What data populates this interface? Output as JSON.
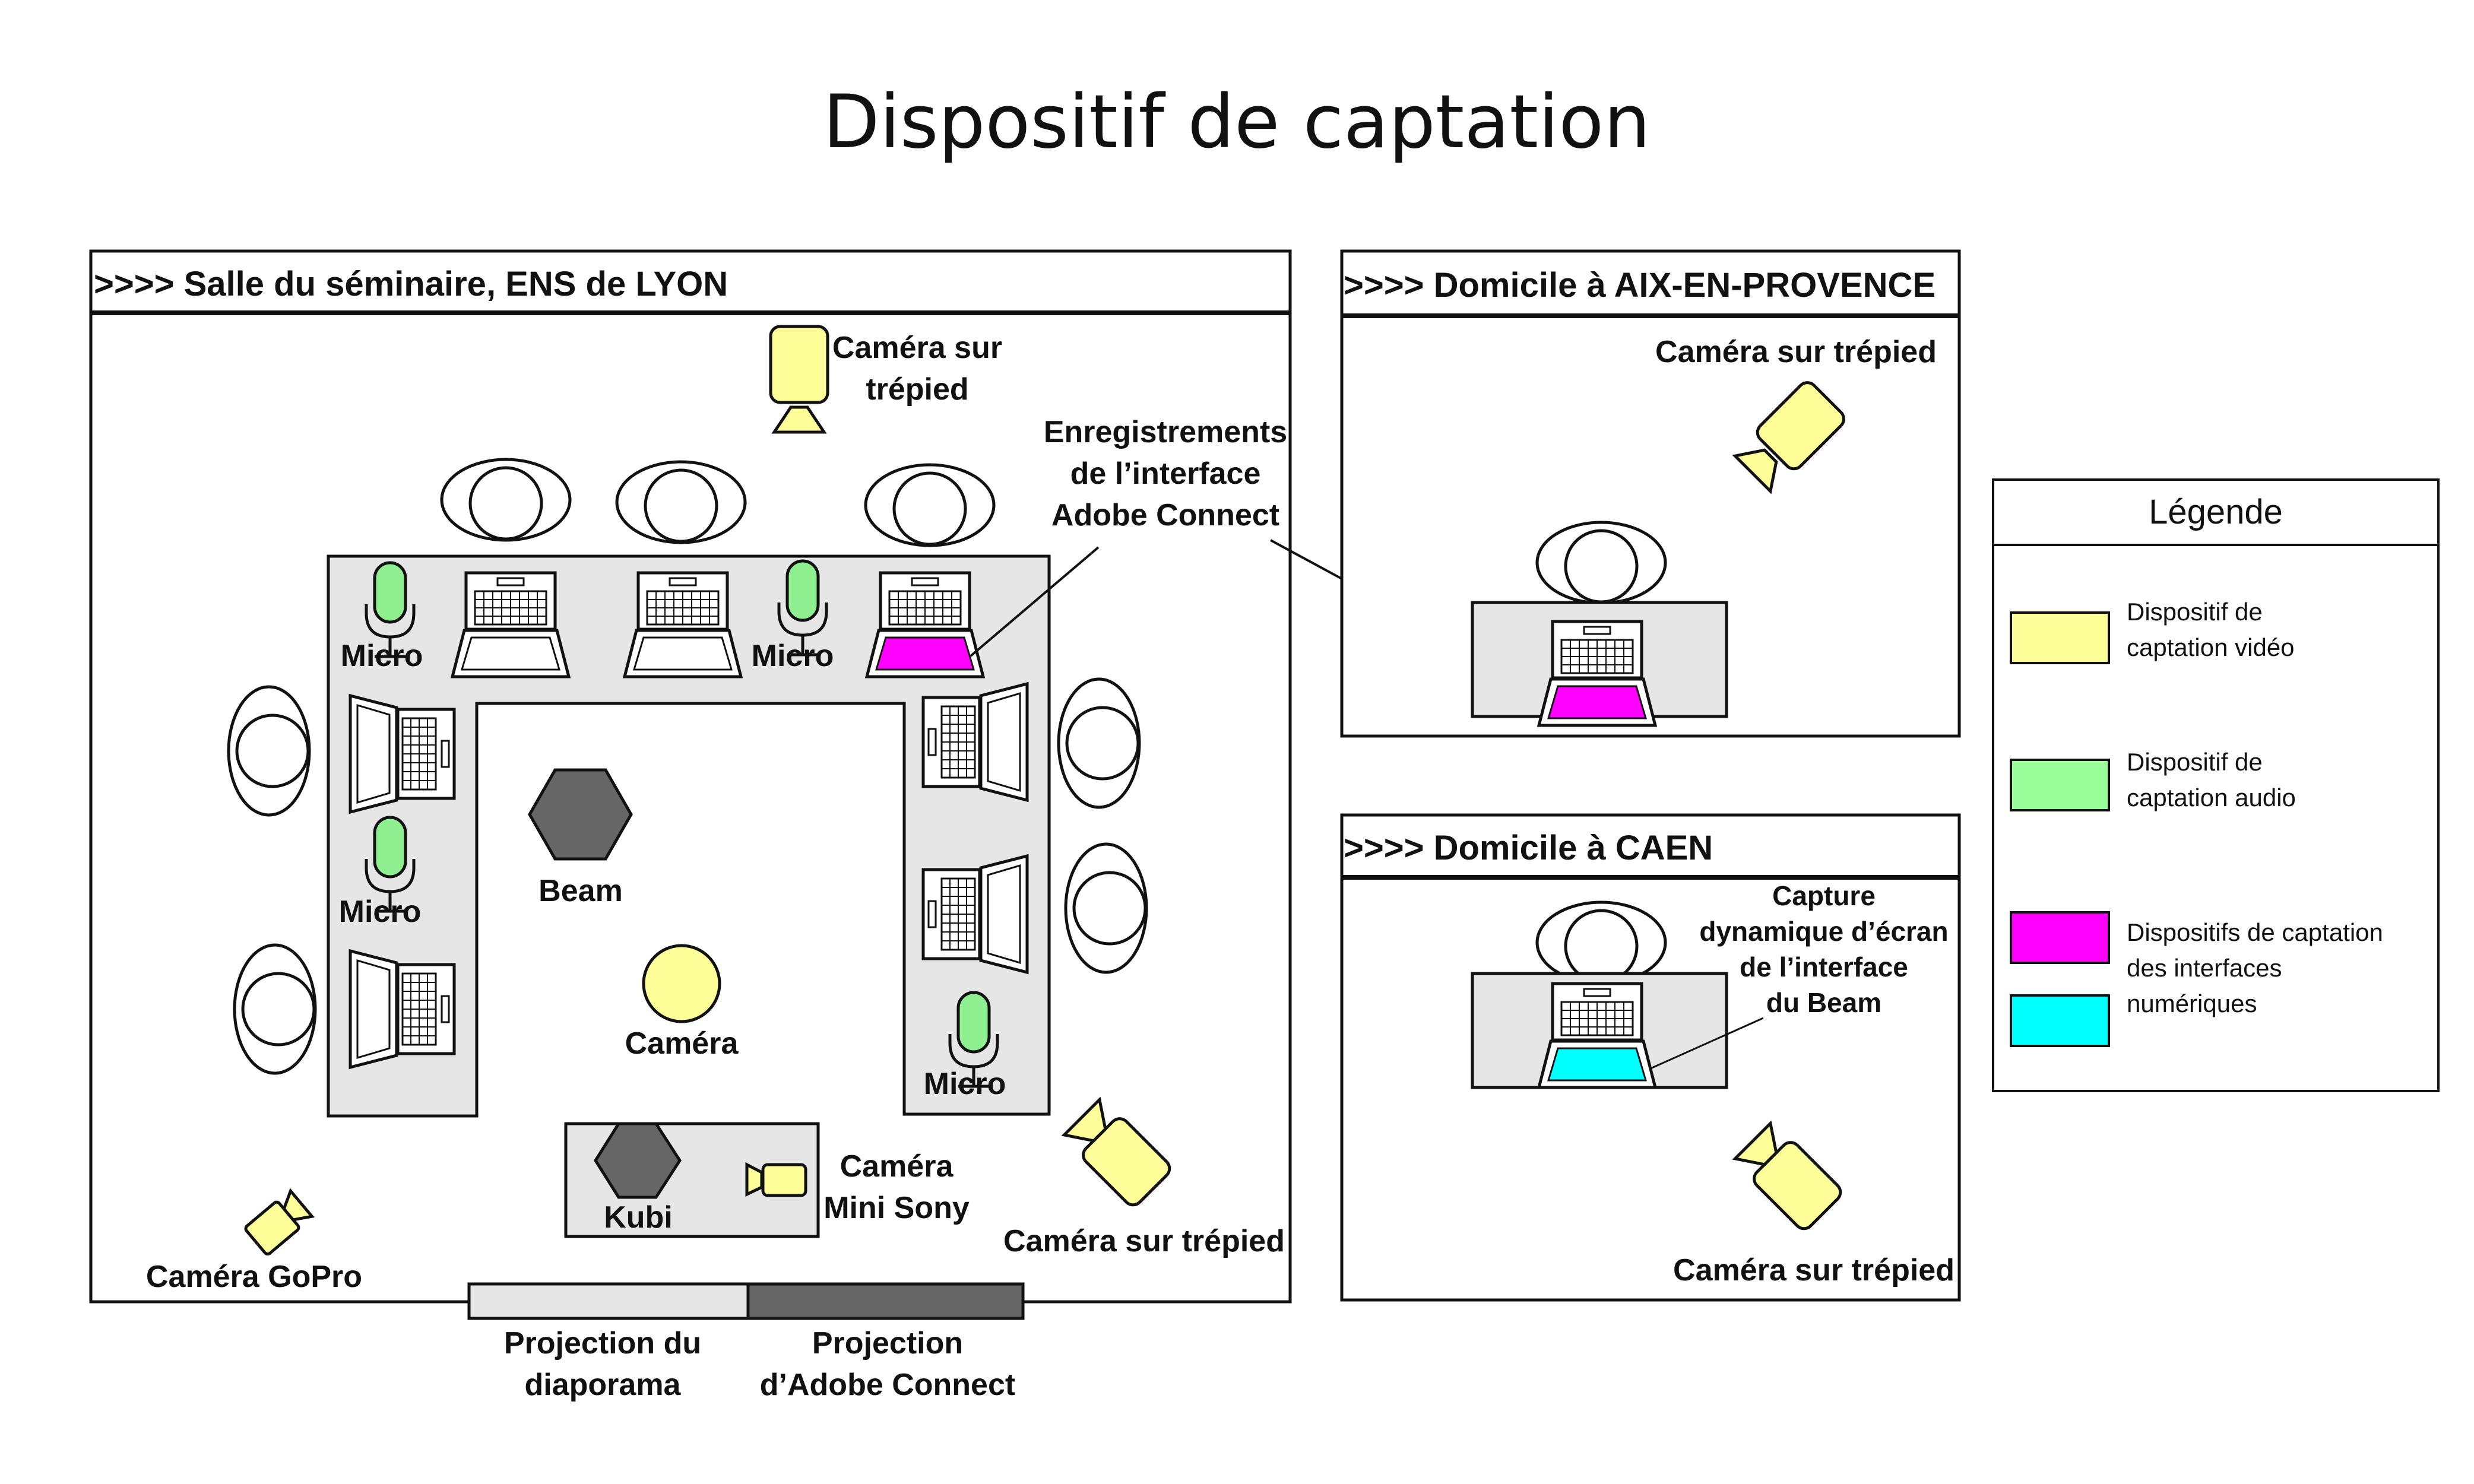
{
  "title": "Dispositif de captation",
  "rooms": {
    "lyon": {
      "header": ">>>>  Salle du séminaire, ENS de LYON",
      "tripod_top": [
        "Caméra sur",
        "trépied"
      ],
      "adobe_rec": [
        "Enregistrements",
        "de l’interface",
        "Adobe Connect"
      ],
      "micro": "Micro",
      "beam": "Beam",
      "camera": "Caméra",
      "kubi": "Kubi",
      "mini_sony": [
        "Caméra",
        "Mini Sony"
      ],
      "tripod_bottom": "Caméra sur trépied",
      "gopro": "Caméra GoPro",
      "proj_slides": [
        "Projection du",
        "diaporama"
      ],
      "proj_adobe": [
        "Projection",
        "d’Adobe Connect"
      ]
    },
    "aix": {
      "header": ">>>> Domicile à AIX-EN-PROVENCE",
      "tripod": "Caméra sur trépied"
    },
    "caen": {
      "header": ">>>>  Domicile à CAEN",
      "capture": [
        "Capture",
        "dynamique d’écran",
        "de l’interface",
        "du Beam"
      ],
      "tripod": "Caméra sur trépied"
    }
  },
  "legend": {
    "title": "Légende",
    "items": [
      {
        "lines": [
          "Dispositif de",
          "captation vidéo"
        ],
        "color": "#ffff99"
      },
      {
        "lines": [
          "Dispositif de",
          "captation audio"
        ],
        "color": "#99ff99"
      },
      {
        "lines": [
          "Dispositifs de captation",
          "des interfaces",
          "numériques"
        ],
        "color": "#ff00ff"
      }
    ],
    "extra_color": "#00ffff"
  },
  "colors": {
    "video": "#ffff99",
    "audio": "#8ef08e",
    "interface_pink": "#ff00ff",
    "interface_cyan": "#00ffff",
    "table": "#e6e6e6",
    "dark": "#666666"
  }
}
